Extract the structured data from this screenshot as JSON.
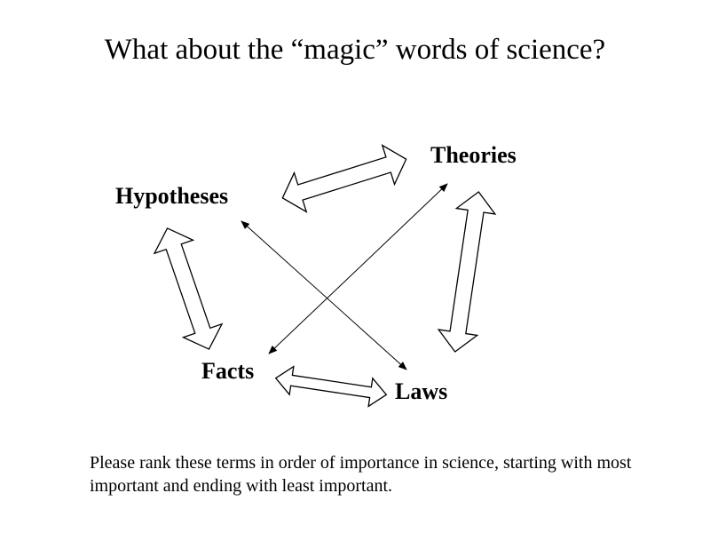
{
  "slide": {
    "title": "What about the “magic” words of science?",
    "instructions": "Please rank these terms in order of importance in science, starting with most important and ending with least important."
  },
  "nodes": {
    "theories": "Theories",
    "hypotheses": "Hypotheses",
    "facts": "Facts",
    "laws": "Laws"
  },
  "connections": [
    {
      "from": "Hypotheses",
      "to": "Theories",
      "style": "block-double-arrow"
    },
    {
      "from": "Theories",
      "to": "Laws",
      "style": "block-double-arrow"
    },
    {
      "from": "Hypotheses",
      "to": "Facts",
      "style": "block-double-arrow"
    },
    {
      "from": "Facts",
      "to": "Laws",
      "style": "block-double-arrow"
    },
    {
      "from": "Hypotheses",
      "to": "Laws",
      "style": "thin-double-arrow"
    },
    {
      "from": "Facts",
      "to": "Theories",
      "style": "thin-double-arrow"
    }
  ],
  "colors": {
    "background": "#ffffff",
    "text": "#000000",
    "stroke": "#000000"
  }
}
